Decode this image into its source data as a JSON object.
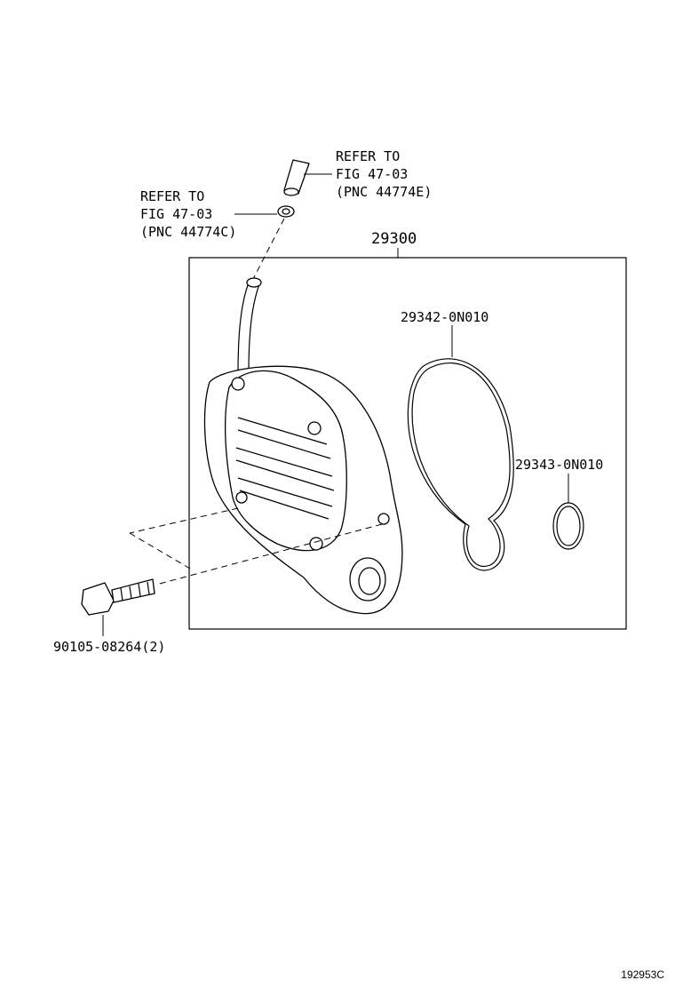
{
  "callouts": {
    "hose_ref": {
      "line1": "REFER TO",
      "line2": "FIG 47-03",
      "line3": "(PNC 44774E)"
    },
    "clip_ref": {
      "line1": "REFER TO",
      "line2": "FIG 47-03",
      "line3": "(PNC 44774C)"
    },
    "assembly": "29300",
    "large_o_ring": "29342-0N010",
    "small_o_ring": "29343-0N010",
    "bolt": "90105-08264(2)"
  },
  "illustration_code": "192953C"
}
